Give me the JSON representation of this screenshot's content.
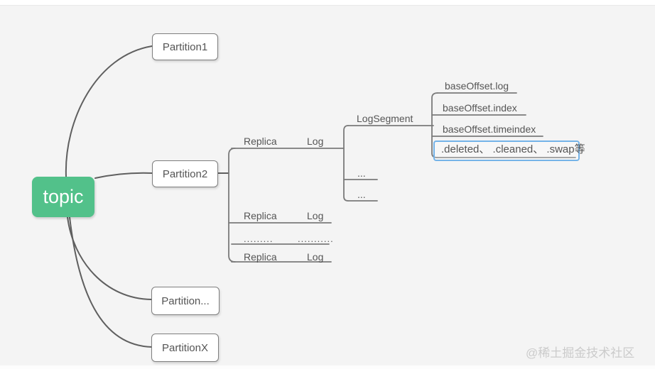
{
  "root": {
    "label": "topic"
  },
  "partitions": [
    {
      "label": "Partition1"
    },
    {
      "label": "Partition2"
    },
    {
      "label": "Partition..."
    },
    {
      "label": "PartitionX"
    }
  ],
  "replica_branch": {
    "row1_replica": "Replica",
    "row1_log": "Log",
    "row2_replica": "Replica",
    "row2_log": "Log",
    "dots_left": ".........",
    "dots_right": "...........",
    "row3_replica": "Replica",
    "row3_log": "Log"
  },
  "log_children": {
    "segment_label": "LogSegment",
    "more1": "...",
    "more2": "..."
  },
  "segment_files": [
    {
      "label": "baseOffset.log"
    },
    {
      "label": "baseOffset.index"
    },
    {
      "label": "baseOffset.timeindex"
    },
    {
      "label": ".deleted、 .cleaned、 .swap等",
      "selected": true
    }
  ],
  "watermark": {
    "text": "@稀土掘金技术社区"
  },
  "colors": {
    "background": "#f4f4f4",
    "root_fill": "#52c18a",
    "root_text": "#ffffff",
    "node_text": "#555555",
    "box_border": "#7f7f7f",
    "edge_line": "#5f5f5f",
    "branch_line": "#7a7a7a",
    "selection_border": "#74b3e8",
    "watermark_text": "#cbcbcb"
  }
}
